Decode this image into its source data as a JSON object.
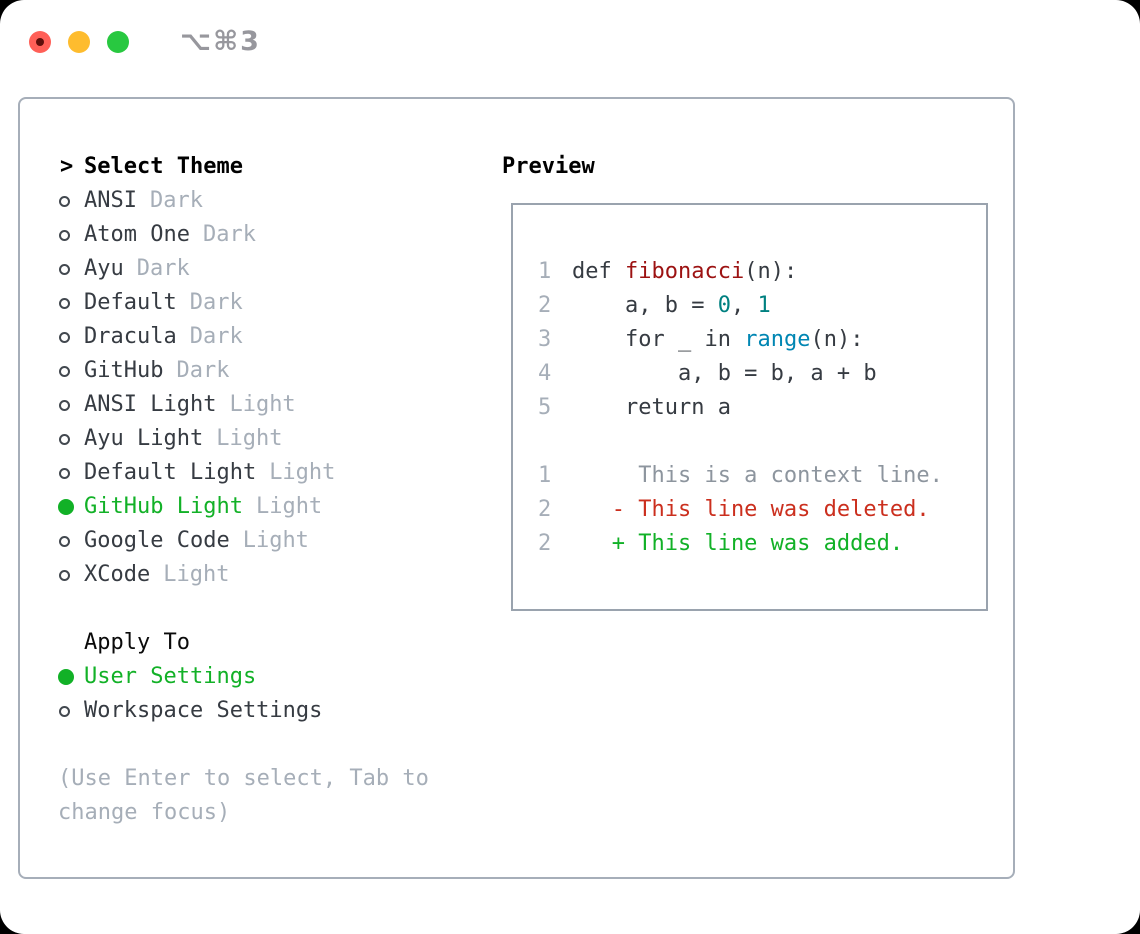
{
  "window": {
    "shortcut": "⌥⌘3",
    "traffic_lights": [
      "close",
      "minimize",
      "zoom"
    ]
  },
  "colors": {
    "selected_green": "#12b127",
    "deletion_red": "#cb2f1e",
    "function_title_red": "#9c1212",
    "number_teal": "#008080",
    "builtin_blue": "#0086b3",
    "text_dark": "#363b42",
    "muted_gray": "#a6aeb8",
    "traffic_red": "#ff5f57",
    "traffic_yellow": "#febc2e",
    "traffic_green": "#28c840"
  },
  "theme_panel": {
    "prompt": ">",
    "title": "Select Theme",
    "themes": [
      {
        "name": "ANSI",
        "variant": "Dark",
        "selected": false
      },
      {
        "name": "Atom One",
        "variant": "Dark",
        "selected": false
      },
      {
        "name": "Ayu",
        "variant": "Dark",
        "selected": false
      },
      {
        "name": "Default",
        "variant": "Dark",
        "selected": false
      },
      {
        "name": "Dracula",
        "variant": "Dark",
        "selected": false
      },
      {
        "name": "GitHub",
        "variant": "Dark",
        "selected": false
      },
      {
        "name": "ANSI Light",
        "variant": "Light",
        "selected": false
      },
      {
        "name": "Ayu Light",
        "variant": "Light",
        "selected": false
      },
      {
        "name": "Default Light",
        "variant": "Light",
        "selected": false
      },
      {
        "name": "GitHub Light",
        "variant": "Light",
        "selected": true
      },
      {
        "name": "Google Code",
        "variant": "Light",
        "selected": false
      },
      {
        "name": "XCode",
        "variant": "Light",
        "selected": false
      }
    ],
    "apply_to": {
      "title": "Apply To",
      "options": [
        {
          "name": "User Settings",
          "selected": true
        },
        {
          "name": "Workspace Settings",
          "selected": false
        }
      ]
    },
    "help_text": "(Use Enter to select, Tab to change focus)"
  },
  "preview": {
    "title": "Preview",
    "code_lines": [
      {
        "num": "1",
        "segments": [
          {
            "c": "keyword",
            "t": "def"
          },
          {
            "c": "plain",
            "t": " "
          },
          {
            "c": "title",
            "t": "fibonacci"
          },
          {
            "c": "plain",
            "t": "(n):"
          }
        ]
      },
      {
        "num": "2",
        "segments": [
          {
            "c": "plain",
            "t": "    a, b = "
          },
          {
            "c": "number",
            "t": "0"
          },
          {
            "c": "plain",
            "t": ", "
          },
          {
            "c": "number",
            "t": "1"
          }
        ]
      },
      {
        "num": "3",
        "segments": [
          {
            "c": "plain",
            "t": "    "
          },
          {
            "c": "keyword",
            "t": "for"
          },
          {
            "c": "plain",
            "t": " _ "
          },
          {
            "c": "keyword",
            "t": "in"
          },
          {
            "c": "plain",
            "t": " "
          },
          {
            "c": "builtin",
            "t": "range"
          },
          {
            "c": "plain",
            "t": "(n):"
          }
        ]
      },
      {
        "num": "4",
        "segments": [
          {
            "c": "plain",
            "t": "        a, b = b, a + b"
          }
        ]
      },
      {
        "num": "5",
        "segments": [
          {
            "c": "plain",
            "t": "    "
          },
          {
            "c": "keyword",
            "t": "return"
          },
          {
            "c": "plain",
            "t": " a"
          }
        ]
      },
      {
        "num": "",
        "segments": []
      },
      {
        "num": "1",
        "segments": [
          {
            "c": "context",
            "t": "     This is a context line."
          }
        ]
      },
      {
        "num": "2",
        "segments": [
          {
            "c": "deletion",
            "t": "   - This line was deleted."
          }
        ]
      },
      {
        "num": "2",
        "segments": [
          {
            "c": "addition",
            "t": "   + This line was added."
          }
        ]
      }
    ]
  }
}
